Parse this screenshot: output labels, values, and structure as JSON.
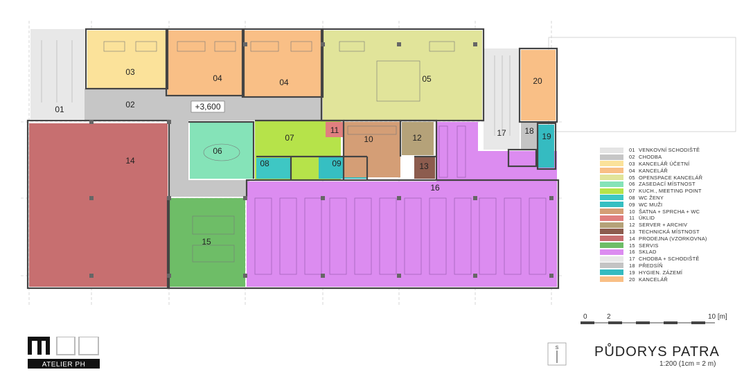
{
  "rooms": [
    {
      "id": "01",
      "label": "01"
    },
    {
      "id": "02",
      "label": "02"
    },
    {
      "id": "03",
      "label": "03"
    },
    {
      "id": "04a",
      "label": "04"
    },
    {
      "id": "04b",
      "label": "04"
    },
    {
      "id": "05",
      "label": "05"
    },
    {
      "id": "06",
      "label": "06"
    },
    {
      "id": "07",
      "label": "07"
    },
    {
      "id": "08",
      "label": "08"
    },
    {
      "id": "09",
      "label": "09"
    },
    {
      "id": "10",
      "label": "10"
    },
    {
      "id": "11",
      "label": "11"
    },
    {
      "id": "12",
      "label": "12"
    },
    {
      "id": "13",
      "label": "13"
    },
    {
      "id": "14",
      "label": "14"
    },
    {
      "id": "15",
      "label": "15"
    },
    {
      "id": "16",
      "label": "16"
    },
    {
      "id": "17",
      "label": "17"
    },
    {
      "id": "18",
      "label": "18"
    },
    {
      "id": "19",
      "label": "19"
    },
    {
      "id": "20",
      "label": "20"
    }
  ],
  "level_label": "+3,600",
  "legend": [
    {
      "no": "01",
      "text": "VENKOVNÍ SCHODIŠTĚ",
      "color": "#e4e4e4"
    },
    {
      "no": "02",
      "text": "CHODBA",
      "color": "#c6c6c6"
    },
    {
      "no": "03",
      "text": "KANCELÁŘ ÚČETNÍ",
      "color": "#fbe29a"
    },
    {
      "no": "04",
      "text": "KANCELÁŘ",
      "color": "#f9bf86"
    },
    {
      "no": "05",
      "text": "OPENSPACE KANCELÁŘ",
      "color": "#e1e49a"
    },
    {
      "no": "06",
      "text": "ZASEDACÍ MÍSTNOST",
      "color": "#85e3b8"
    },
    {
      "no": "07",
      "text": "KUCH., MEETING POINT",
      "color": "#b6e34a"
    },
    {
      "no": "08",
      "text": "WC ŽENY",
      "color": "#3ec7c4"
    },
    {
      "no": "09",
      "text": "WC MUŽI",
      "color": "#36bfc2"
    },
    {
      "no": "10",
      "text": "ŠATNA + SPRCHA + WC",
      "color": "#d49e76"
    },
    {
      "no": "11",
      "text": "ÚKLID",
      "color": "#e07f7f"
    },
    {
      "no": "12",
      "text": "SERVER + ARCHIV",
      "color": "#b5a279"
    },
    {
      "no": "13",
      "text": "TECHNICKÁ MÍSTNOST",
      "color": "#8c5c4e"
    },
    {
      "no": "14",
      "text": "PRODEJNA (VZORKOVNA)",
      "color": "#c76f70"
    },
    {
      "no": "15",
      "text": "SERVIS",
      "color": "#6ebd67"
    },
    {
      "no": "16",
      "text": "SKLAD",
      "color": "#dc8cf0"
    },
    {
      "no": "17",
      "text": "CHODBA + SCHODIŠTĚ",
      "color": "#e8e8e8"
    },
    {
      "no": "18",
      "text": "PŘEDSÍŇ",
      "color": "#c4c4c4"
    },
    {
      "no": "19",
      "text": "HYGIEN. ZÁZEMÍ",
      "color": "#35bbc1"
    },
    {
      "no": "20",
      "text": "KANCELÁŘ",
      "color": "#f9bf86"
    }
  ],
  "scale": {
    "t0": "0",
    "t2": "2",
    "t10": "10 [m]"
  },
  "title": "PŮDORYS PATRA",
  "subtitle": "1:200 (1cm = 2 m)",
  "logo_text": "ATELIER PH",
  "north_label": "S"
}
